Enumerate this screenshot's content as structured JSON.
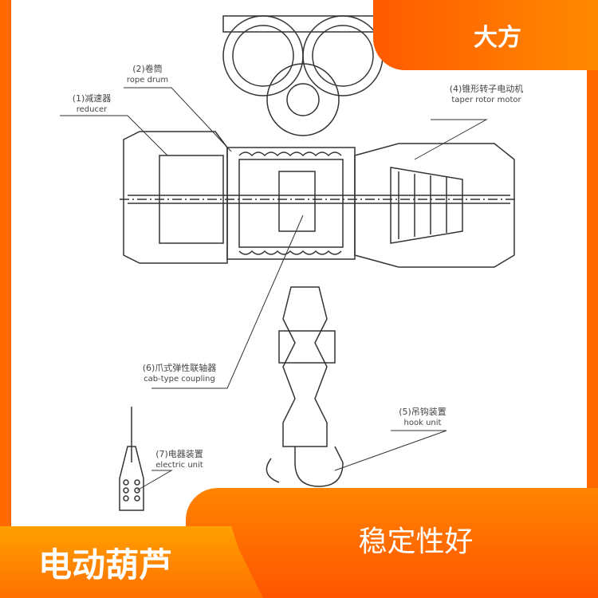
{
  "badge_top": "大方",
  "product_name": "电动葫芦",
  "feature": "稳定性好",
  "diagram": {
    "labels": [
      {
        "cn": "(2)卷筒",
        "en": "rope drum"
      },
      {
        "cn": "(1)减速器",
        "en": "reducer"
      },
      {
        "cn": "(4)锥形转子电动机",
        "en": "taper rotor motor"
      },
      {
        "cn": "(6)爪式弹性联轴器",
        "en": "cab-type coupling"
      },
      {
        "cn": "(5)吊钩装置",
        "en": "hook unit"
      },
      {
        "cn": "(7)电器装置",
        "en": "electric unit"
      }
    ]
  },
  "colors": {
    "accent": "#ff6a00",
    "accent_light": "#ffa000"
  }
}
